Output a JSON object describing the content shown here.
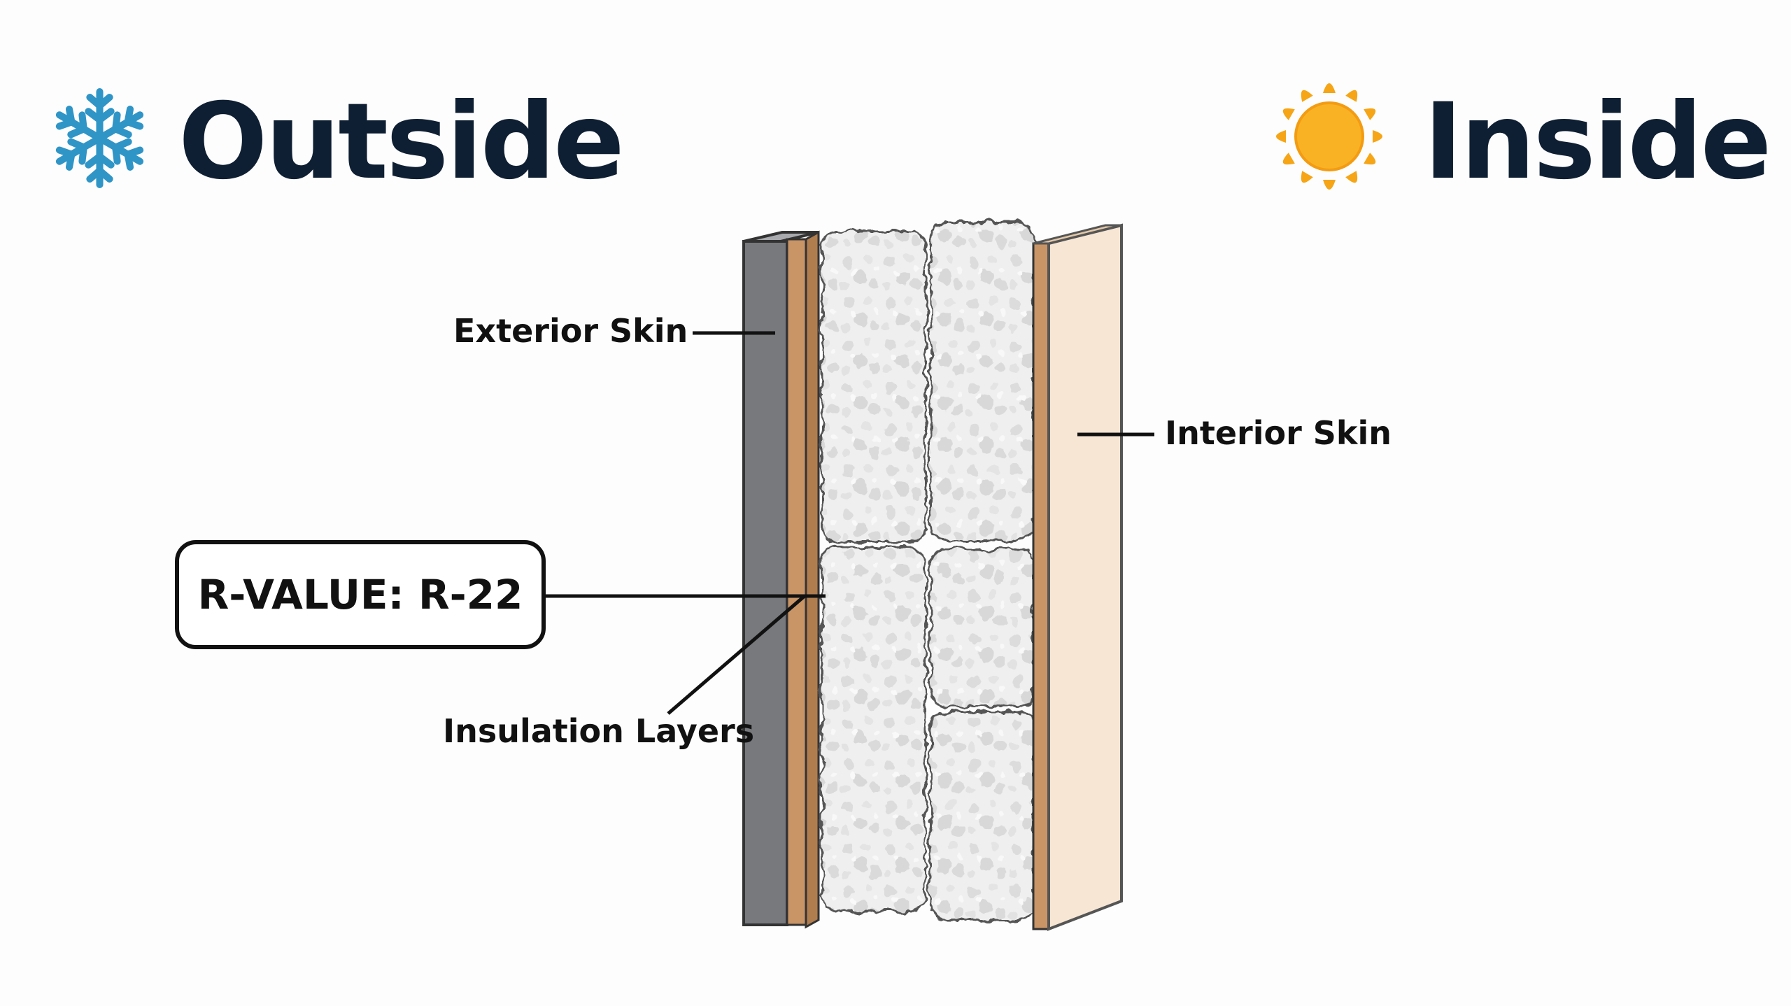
{
  "headings": {
    "outside": "Outside",
    "inside": "Inside"
  },
  "icons": {
    "outside": "snowflake-icon",
    "inside": "sun-icon"
  },
  "labels": {
    "exterior_skin": "Exterior Skin",
    "interior_skin": "Interior Skin",
    "insulation_layers": "Insulation Layers"
  },
  "r_value_box": {
    "text": "R-VALUE: R-22"
  },
  "colors": {
    "heading": "#0f1f33",
    "snowflake": "#2f95c7",
    "sun_rays": "#f5a516",
    "sun_core": "#f9b224",
    "exterior_skin": "#77797d",
    "wood_strip": "#c99566",
    "interior_skin": "#f7e6d4",
    "insulation": "#eeeeee"
  }
}
